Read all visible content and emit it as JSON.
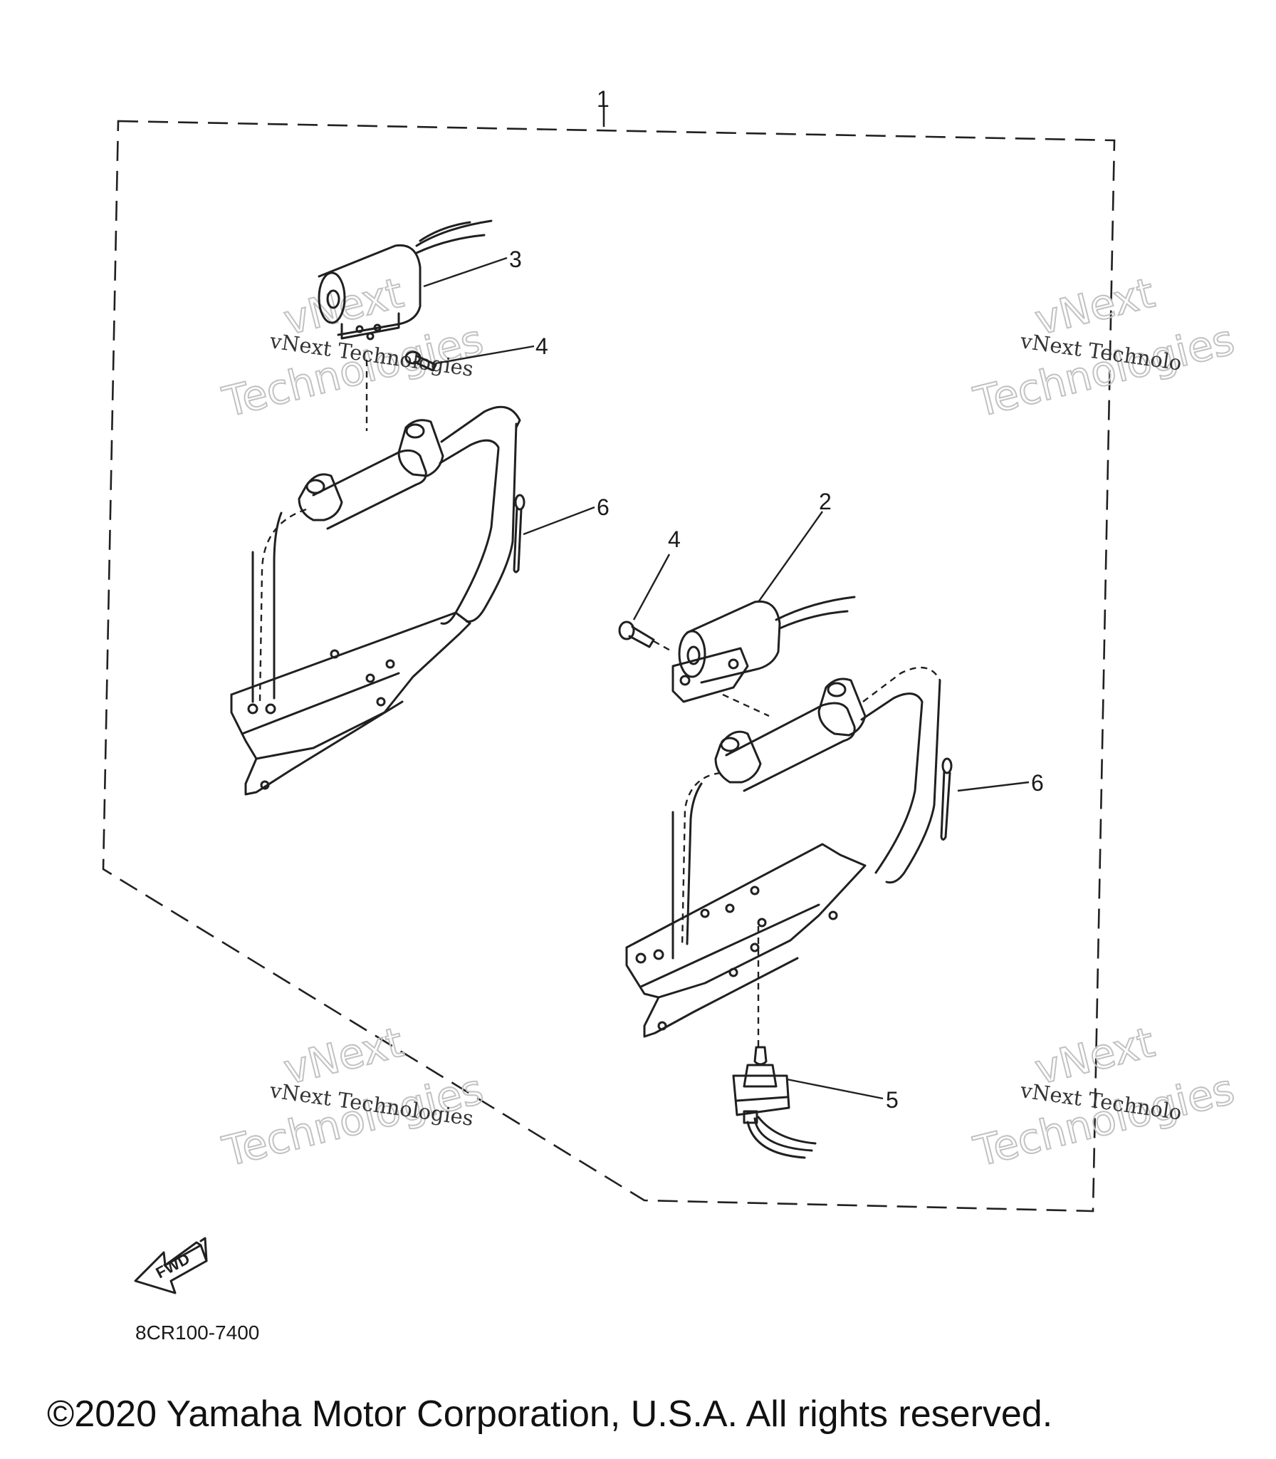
{
  "callouts": {
    "c1": "1",
    "c2": "2",
    "c3": "3",
    "c4a": "4",
    "c4b": "4",
    "c5": "5",
    "c6a": "6",
    "c6b": "6"
  },
  "watermarks": {
    "line1": "vNext Technologies",
    "big_top": "vNext",
    "big_bottom": "Technologies",
    "line_cut": "vNext Technolo"
  },
  "fwd_label": "FWD",
  "part_code": "8CR100-7400",
  "copyright": "©2020 Yamaha Motor Corporation, U.S.A. All rights reserved.",
  "colors": {
    "ink": "#202020",
    "watermark": "#c2c2c2",
    "background": "#ffffff"
  }
}
